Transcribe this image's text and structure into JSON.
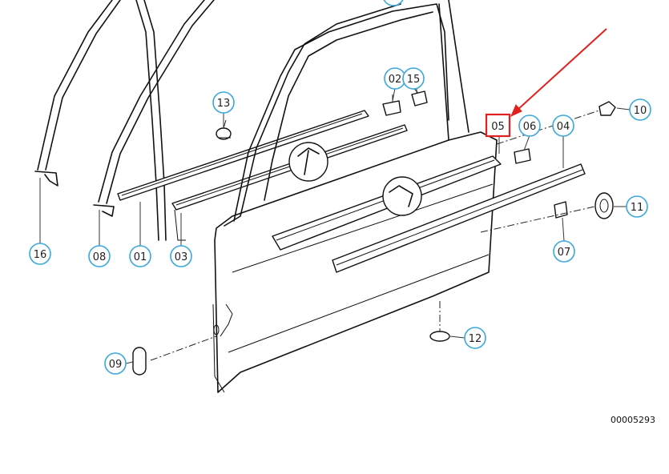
{
  "diagram": {
    "callouts": [
      {
        "id": "c16",
        "label": "16"
      },
      {
        "id": "c08",
        "label": "08"
      },
      {
        "id": "c01",
        "label": "01"
      },
      {
        "id": "c03",
        "label": "03"
      },
      {
        "id": "c13",
        "label": "13"
      },
      {
        "id": "c02",
        "label": "02"
      },
      {
        "id": "c15",
        "label": "15"
      },
      {
        "id": "c06",
        "label": "06"
      },
      {
        "id": "c04",
        "label": "04"
      },
      {
        "id": "c10",
        "label": "10"
      },
      {
        "id": "c11",
        "label": "11"
      },
      {
        "id": "c07",
        "label": "07"
      },
      {
        "id": "c12",
        "label": "12"
      },
      {
        "id": "c09",
        "label": "09"
      }
    ],
    "highlight": {
      "label": "05",
      "color": "#e0211f"
    },
    "reference_number": "00005293",
    "colors": {
      "callout_border": "#3aa8dd",
      "arrow": "#e0211f",
      "drawing": "#111111"
    }
  }
}
